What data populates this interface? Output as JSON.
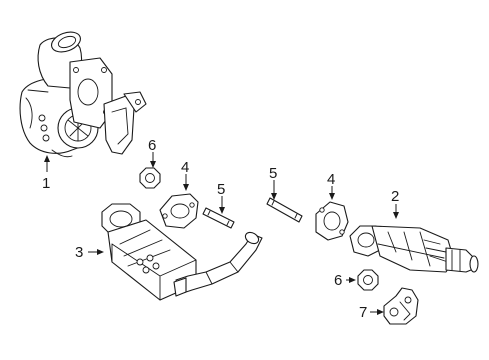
{
  "callouts": {
    "c1": "1",
    "c2": "2",
    "c3": "3",
    "c4a": "4",
    "c4b": "4",
    "c5a": "5",
    "c5b": "5",
    "c6a": "6",
    "c6b": "6",
    "c7": "7"
  },
  "colors": {
    "line": "#1a1a1a",
    "background": "#ffffff"
  }
}
